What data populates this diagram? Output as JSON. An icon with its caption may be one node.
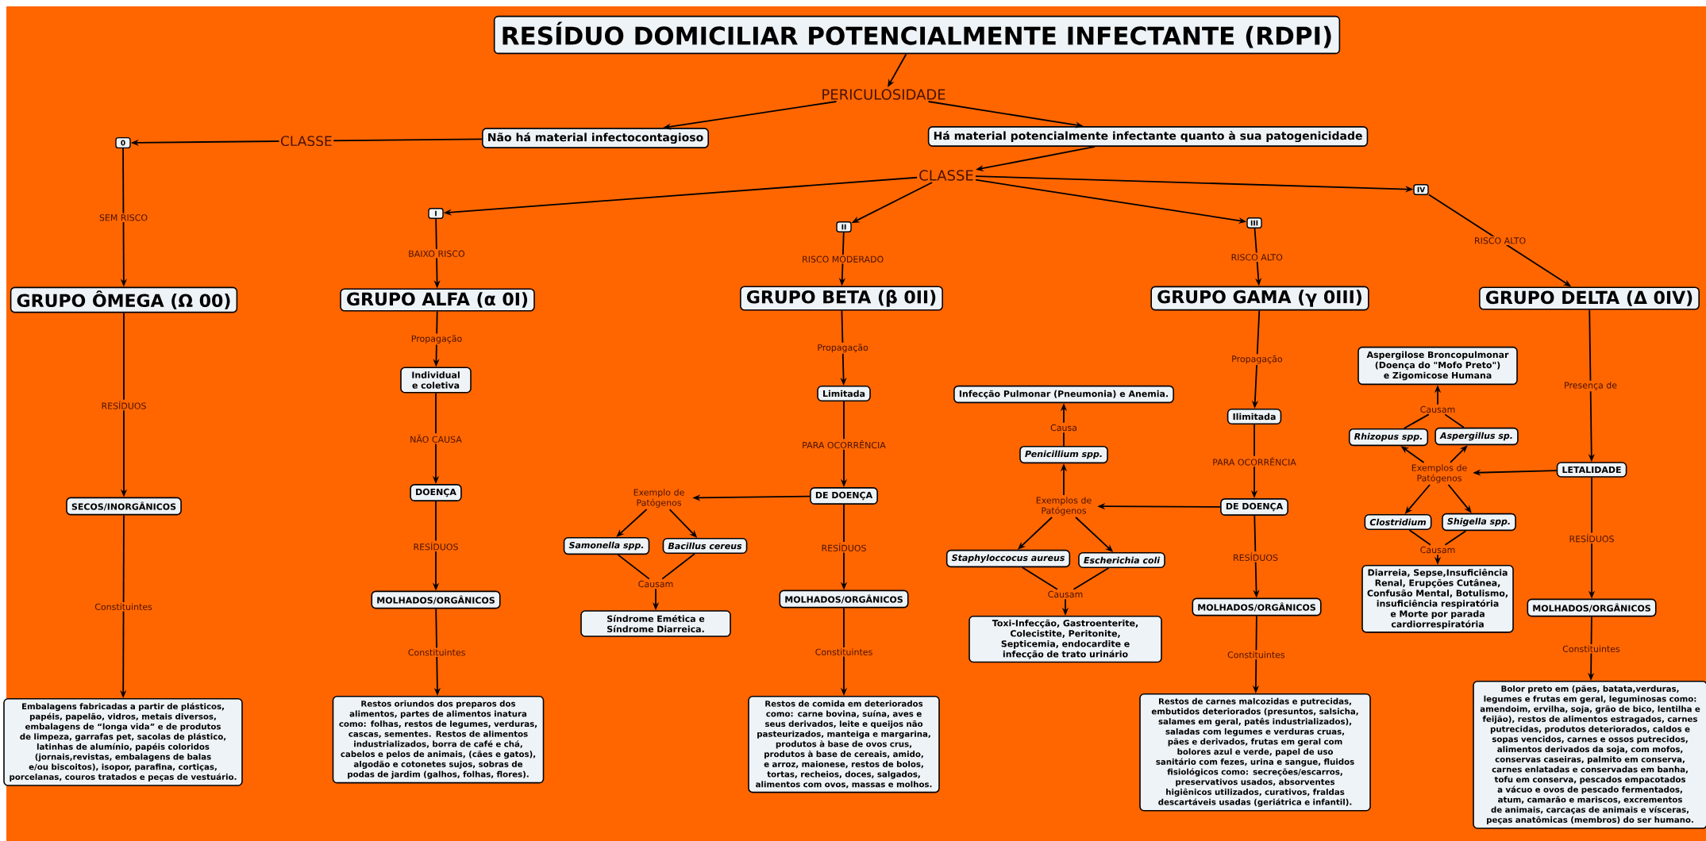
{
  "diagram": {
    "nodes": [
      {
        "text": [
          "RESÍDUO DOMICILIAR POTENCIALMENTE INFECTANTE (RDPI)"
        ]
      },
      {
        "text": [
          "PERICULOSIDADE"
        ]
      },
      {
        "text": [
          "Não há material infectocontagioso"
        ]
      },
      {
        "text": [
          "Há material potencialmente infectante quanto à sua patogenicidade"
        ]
      },
      {
        "text": [
          "0"
        ]
      },
      {
        "text": [
          "CLASSE"
        ]
      },
      {
        "text": [
          "I"
        ]
      },
      {
        "text": [
          "II"
        ]
      },
      {
        "text": [
          "III"
        ]
      },
      {
        "text": [
          "IV"
        ]
      },
      {
        "text": [
          "GRUPO ÔMEGA (Ω 00)"
        ]
      },
      {
        "text": [
          "GRUPO ALFA (α 0I)"
        ]
      },
      {
        "text": [
          "GRUPO BETA (β 0II)"
        ]
      },
      {
        "text": [
          "GRUPO GAMA (γ 0III)"
        ]
      },
      {
        "text": [
          "GRUPO DELTA (Δ 0IV)"
        ]
      },
      {
        "text": [
          "SECOS/INORGÂNICOS"
        ]
      },
      {
        "text": [
          "Embalagens fabricadas a partir de plásticos, papéis, papelão, vidros, metais diversos, embalagens de “longa vida” e de produtos de limpeza, garrafas pet, sacolas de plástico, latinhas de alumínio, papéis coloridos (jornais,revistas, embalagens de balas e/ou biscoitos), isopor, parafina, cortiças, porcelanas, couros tratados e peças de vestuário."
        ]
      },
      {
        "text": [
          "Individual e coletiva"
        ]
      },
      {
        "text": [
          "DOENÇA"
        ]
      },
      {
        "text": [
          "MOLHADOS/ORGÂNICOS"
        ]
      },
      {
        "text": [
          "Restos oriundos dos preparos dos alimentos, partes de alimentos inatura como: folhas, restos de legumes, verduras, cascas, sementes. Restos de alimentos industrializados, borra de café e chá, cabelos e pelos de animais, (cães e gatos), algodão e cotonetes sujos, sobras de podas de jardim (galhos, folhas, flores)."
        ]
      },
      {
        "text": [
          "Limitada"
        ]
      },
      {
        "text": [
          "Exemplo de Patógenos"
        ]
      },
      {
        "text": [
          "DE DOENÇA"
        ]
      },
      {
        "text": [
          "Samonella spp."
        ]
      },
      {
        "text": [
          "Bacillus cereus"
        ]
      },
      {
        "text": [
          "Causam"
        ]
      },
      {
        "text": [
          "Síndrome Emética e Síndrome Diarreica."
        ]
      },
      {
        "text": [
          "MOLHADOS/ORGÂNICOS"
        ]
      },
      {
        "text": [
          "Restos de comida em deteriorados como: carne bovina, suína, aves e seus derivados, leite e queijos não pasteurizados, manteiga e margarina, produtos à base de ovos crus, produtos à base de cereais, amido, e arroz, maionese, restos de bolos, tortas, recheios, doces, salgados, alimentos com ovos, massas e molhos."
        ]
      },
      {
        "text": [
          "Infecção Pulmonar (Pneumonia) e Anemia."
        ]
      },
      {
        "text": [
          "Causa"
        ]
      },
      {
        "text": [
          "Penicillium spp."
        ]
      },
      {
        "text": [
          "Ilimitada"
        ]
      },
      {
        "text": [
          "Exemplos de Patógenos"
        ]
      },
      {
        "text": [
          "DE DOENÇA"
        ]
      },
      {
        "text": [
          "Staphyloccocus aureus"
        ]
      },
      {
        "text": [
          "Escherichia coli"
        ]
      },
      {
        "text": [
          "Causam"
        ]
      },
      {
        "text": [
          "Toxi-Infecção, Gastroenterite, Colecistite, Peritonite, Septicemia, endocardite e infecção de trato urinário"
        ]
      },
      {
        "text": [
          "MOLHADOS/ORGÂNICOS"
        ]
      },
      {
        "text": [
          "Restos de carnes malcozidas e putrecidas, embutidos deteriorados (presuntos, salsicha, salames em geral, patês industrializados), saladas com legumes e verduras cruas, pães e derivados, frutas em geral com bolores azul e verde, papel de uso sanitário com fezes, urina e sangue, fluidos fisiológicos como: secreções/escarros, preservativos usados, absorventes higiênicos utilizados, curativos, fraldas descartáveis usadas (geriátrica e infantil)."
        ]
      },
      {
        "text": [
          "Aspergilose Broncopulmonar (Doença do \"Mofo Preto\") e Zigomicose Humana"
        ]
      },
      {
        "text": [
          "Causam"
        ]
      },
      {
        "text": [
          "Rhizopus spp."
        ]
      },
      {
        "text": [
          "Aspergillus sp."
        ]
      },
      {
        "text": [
          "Exemplos de Patógenos"
        ]
      },
      {
        "text": [
          "LETALIDADE"
        ]
      },
      {
        "text": [
          "Clostridium"
        ]
      },
      {
        "text": [
          "Shigella spp."
        ]
      },
      {
        "text": [
          "Causam"
        ]
      },
      {
        "text": [
          "Diarreia, Sepse,Insuficiência Renal, Erupções Cutânea, Confusão Mental, Botulismo, insuficiência respiratória e Morte por parada cardiorrespiratória"
        ]
      },
      {
        "text": [
          "MOLHADOS/ORGÂNICOS"
        ]
      },
      {
        "text": [
          "Bolor preto em (pães, batata,verduras, legumes e frutas em geral, leguminosas como: amendoim, ervilha, soja, grão de bico, lentilha e feijão), restos de alimentos estragados, carnes putrecidas, produtos deteriorados, caldos e sopas vencidos, carnes e ossos putrecidos, alimentos derivados da soja, com mofos, conservas caseiras, palmito em conserva, carnes enlatadas e conservadas em banha, tofu em conserva, pescados empacotados a vácuo e ovos de pescado fermentados, atum, camarão e mariscos, excrementos de animais, carcaças de animais e vísceras, peças anatômicas (membros) do ser humano."
        ]
      }
    ],
    "edges": [
      {
        "from": 0,
        "to": 1,
        "arrow": "to"
      },
      {
        "from": 1,
        "to": 2,
        "arrow": "to"
      },
      {
        "from": 1,
        "to": 3,
        "arrow": "to"
      },
      {
        "from": 2,
        "to": 4,
        "arrow": "to",
        "label": "CLASSE"
      },
      {
        "from": 3,
        "to": 5,
        "arrow": "to"
      },
      {
        "from": 5,
        "to": 6,
        "arrow": "to"
      },
      {
        "from": 5,
        "to": 7,
        "arrow": "to"
      },
      {
        "from": 5,
        "to": 8,
        "arrow": "to"
      },
      {
        "from": 5,
        "to": 9,
        "arrow": "to"
      },
      {
        "from": 4,
        "to": 10,
        "arrow": "to",
        "label": "SEM RISCO"
      },
      {
        "from": 6,
        "to": 11,
        "arrow": "to",
        "label": "BAIXO RISCO"
      },
      {
        "from": 7,
        "to": 12,
        "arrow": "to",
        "label": "RISCO MODERADO"
      },
      {
        "from": 8,
        "to": 13,
        "arrow": "to",
        "label": "RISCO ALTO"
      },
      {
        "from": 9,
        "to": 14,
        "arrow": "to",
        "label": "RISCO ALTO"
      },
      {
        "from": 10,
        "to": 15,
        "arrow": "to",
        "label": "RESÍDUOS"
      },
      {
        "from": 15,
        "to": 16,
        "arrow": "to",
        "label": "Constituintes"
      },
      {
        "from": 11,
        "to": 17,
        "arrow": "to",
        "label": "Propagação"
      },
      {
        "from": 17,
        "to": 18,
        "arrow": "to",
        "label": "NÃO CAUSA"
      },
      {
        "from": 18,
        "to": 19,
        "arrow": "to",
        "label": "RESÍDUOS"
      },
      {
        "from": 19,
        "to": 20,
        "arrow": "to",
        "label": "Constituintes"
      },
      {
        "from": 12,
        "to": 21,
        "arrow": "to",
        "label": "Propagação"
      },
      {
        "from": 21,
        "to": 23,
        "arrow": "to",
        "label": "PARA OCORRÊNCIA"
      },
      {
        "from": 23,
        "to": 22,
        "arrow": "to"
      },
      {
        "from": 22,
        "to": 24,
        "arrow": "to"
      },
      {
        "from": 22,
        "to": 25,
        "arrow": "to"
      },
      {
        "from": 24,
        "to": 26,
        "arrow": "none"
      },
      {
        "from": 25,
        "to": 26,
        "arrow": "none"
      },
      {
        "from": 26,
        "to": 27,
        "arrow": "to"
      },
      {
        "from": 23,
        "to": 28,
        "arrow": "to",
        "label": "RESÍDUOS"
      },
      {
        "from": 28,
        "to": 29,
        "arrow": "to",
        "label": "Constituintes"
      },
      {
        "from": 13,
        "to": 33,
        "arrow": "to",
        "label": "Propagação"
      },
      {
        "from": 33,
        "to": 35,
        "arrow": "to",
        "label": "PARA OCORRÊNCIA"
      },
      {
        "from": 35,
        "to": 34,
        "arrow": "to"
      },
      {
        "from": 34,
        "to": 32,
        "arrow": "to"
      },
      {
        "from": 32,
        "to": 31,
        "arrow": "none"
      },
      {
        "from": 31,
        "to": 30,
        "arrow": "to"
      },
      {
        "from": 34,
        "to": 36,
        "arrow": "to"
      },
      {
        "from": 34,
        "to": 37,
        "arrow": "to"
      },
      {
        "from": 36,
        "to": 38,
        "arrow": "none"
      },
      {
        "from": 37,
        "to": 38,
        "arrow": "none"
      },
      {
        "from": 38,
        "to": 39,
        "arrow": "to"
      },
      {
        "from": 35,
        "to": 40,
        "arrow": "to",
        "label": "RESÍDUOS"
      },
      {
        "from": 40,
        "to": 41,
        "arrow": "to",
        "label": "Constituintes"
      },
      {
        "from": 14,
        "to": 47,
        "arrow": "to",
        "label": "Presença de"
      },
      {
        "from": 47,
        "to": 46,
        "arrow": "to"
      },
      {
        "from": 46,
        "to": 44,
        "arrow": "to"
      },
      {
        "from": 46,
        "to": 45,
        "arrow": "to"
      },
      {
        "from": 44,
        "to": 43,
        "arrow": "none"
      },
      {
        "from": 45,
        "to": 43,
        "arrow": "none"
      },
      {
        "from": 43,
        "to": 42,
        "arrow": "to"
      },
      {
        "from": 46,
        "to": 48,
        "arrow": "to"
      },
      {
        "from": 46,
        "to": 49,
        "arrow": "to"
      },
      {
        "from": 48,
        "to": 50,
        "arrow": "none"
      },
      {
        "from": 49,
        "to": 50,
        "arrow": "none"
      },
      {
        "from": 50,
        "to": 51,
        "arrow": "to"
      },
      {
        "from": 47,
        "to": 52,
        "arrow": "to",
        "label": "RESÍDUOS"
      },
      {
        "from": 52,
        "to": 53,
        "arrow": "to",
        "label": "Constituintes"
      }
    ]
  }
}
